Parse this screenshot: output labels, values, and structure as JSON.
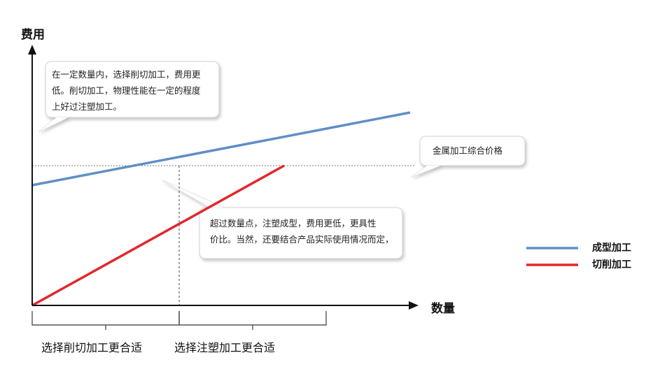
{
  "chart_data": {
    "type": "line",
    "title": "",
    "xlabel": "数量",
    "ylabel": "费用",
    "x_range": [
      0,
      100
    ],
    "y_range": [
      0,
      100
    ],
    "grid": false,
    "series": [
      {
        "name": "成型加工",
        "color": "#5f8fc5",
        "points": [
          [
            0,
            43
          ],
          [
            54,
            69
          ]
        ]
      },
      {
        "name": "切削加工",
        "color": "#e2262c",
        "points": [
          [
            0,
            0
          ],
          [
            36,
            50
          ]
        ]
      }
    ],
    "break_even": {
      "x": 21,
      "y": 50
    },
    "ranges": [
      {
        "label": "选择削切加工更合适",
        "from": 0,
        "to": 21
      },
      {
        "label": "选择注塑加工更合适",
        "from": 21,
        "to": 42
      }
    ],
    "annotations": [
      {
        "text": "在一定数量内，选择削切加工，费用更\n低。削切加工，物理性能在一定的程度\n上好过注塑加工。"
      },
      {
        "text": "金属加工综合价格"
      },
      {
        "text": "超过数量点，注塑成型，费用更低，更具性\n价比。当然，还要结合产品实际使用情况而定，"
      }
    ],
    "legend": [
      {
        "label": "成型加工",
        "color": "#5f8fc5"
      },
      {
        "label": "切削加工",
        "color": "#e2262c"
      }
    ],
    "legend_position": "right"
  }
}
